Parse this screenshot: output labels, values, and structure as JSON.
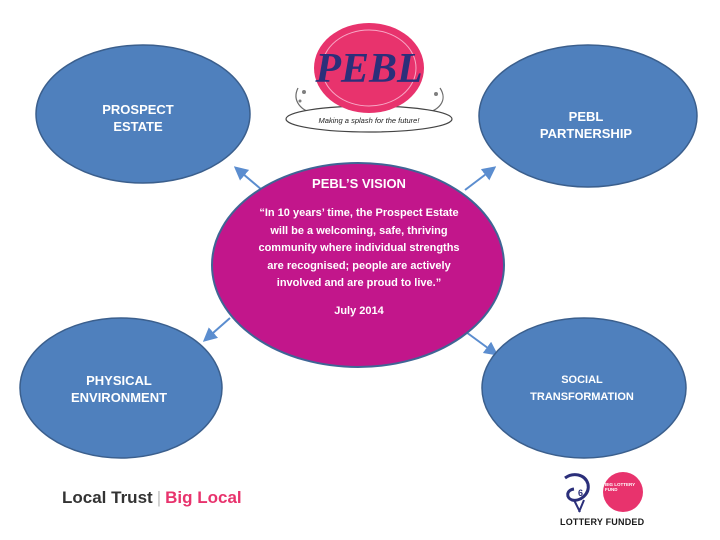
{
  "nodes": {
    "top_left": "PROSPECT\nESTATE",
    "top_right": "PEBL\nPARTNERSHIP",
    "bottom_left": "PHYSICAL\nENVIRONMENT",
    "bottom_right": "SOCIAL\nTRANSFORMATION"
  },
  "vision": {
    "title": "PEBL’S VISION",
    "quote": "“In 10 years’ time, the Prospect Estate will be a welcoming, safe, thriving community where individual strengths are recognised; people are actively involved and are proud to live.”",
    "date": "July 2014"
  },
  "pebl_logo": {
    "letters": "PEBL",
    "tagline": "Making a splash for the future!"
  },
  "footer": {
    "local_trust": "Local Trust",
    "big_local": "Big Local",
    "big_lottery_fund": "BIG LOTTERY FUND",
    "lottery_funded": "LOTTERY FUNDED"
  },
  "colors": {
    "outer_circle_fill": "#4f80bd",
    "outer_circle_stroke": "#3b5f8d",
    "center_fill": "#c2168b",
    "center_stroke": "#3f6595",
    "arrow": "#5b8dcf",
    "brand_pink": "#e8336d"
  }
}
